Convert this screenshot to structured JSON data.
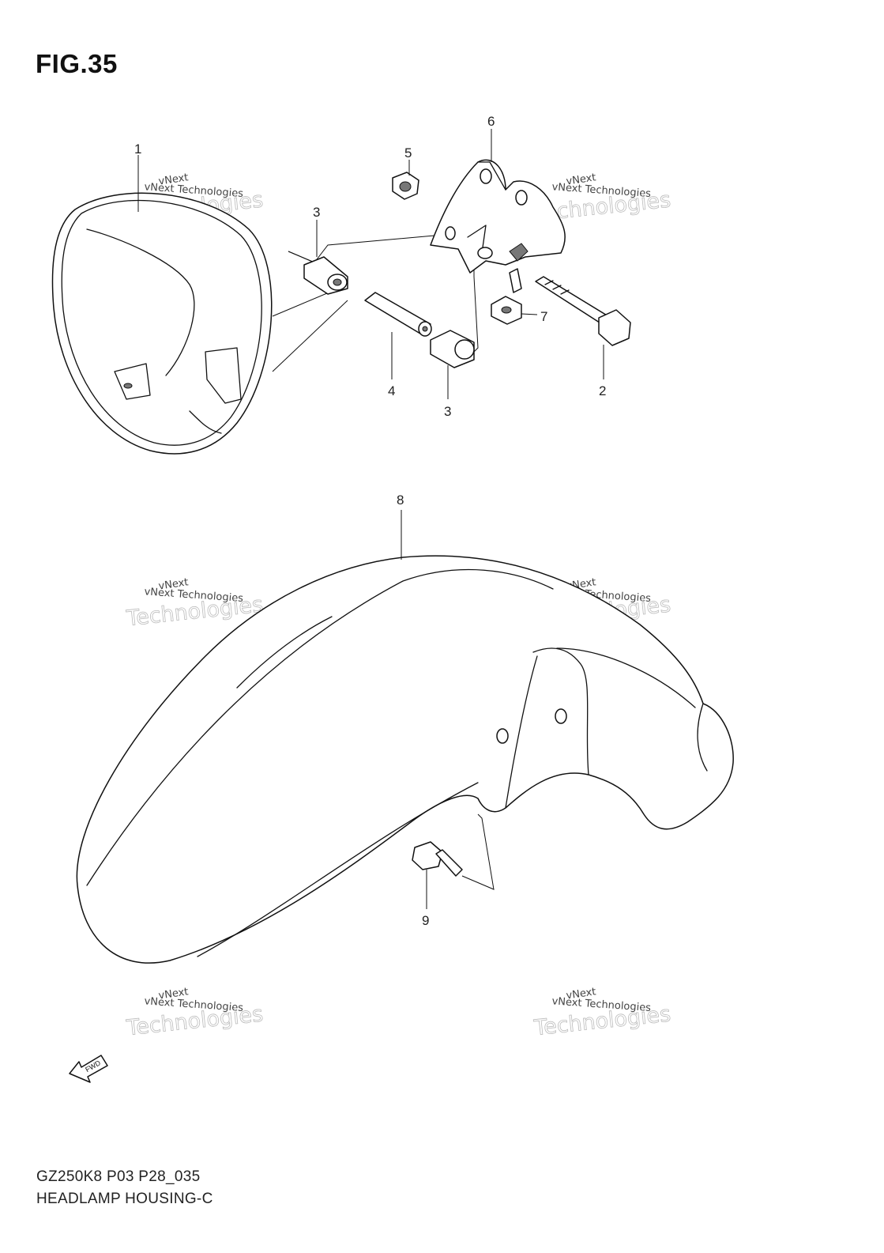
{
  "figure": {
    "title": "FIG.35"
  },
  "callouts": [
    {
      "id": "1",
      "label": "1"
    },
    {
      "id": "2",
      "label": "2"
    },
    {
      "id": "3a",
      "label": "3"
    },
    {
      "id": "3b",
      "label": "3"
    },
    {
      "id": "4",
      "label": "4"
    },
    {
      "id": "5",
      "label": "5"
    },
    {
      "id": "6",
      "label": "6"
    },
    {
      "id": "7",
      "label": "7"
    },
    {
      "id": "8",
      "label": "8"
    },
    {
      "id": "9",
      "label": "9"
    }
  ],
  "watermark": {
    "line1": "vNext",
    "line2": "vNext Technologies",
    "line3": "Technologies"
  },
  "fwd_label": "FWD",
  "footer": {
    "code": "GZ250K8 P03 P28_035",
    "name": "HEADLAMP HOUSING-C"
  },
  "icons": [
    "fwd-arrow-icon"
  ]
}
